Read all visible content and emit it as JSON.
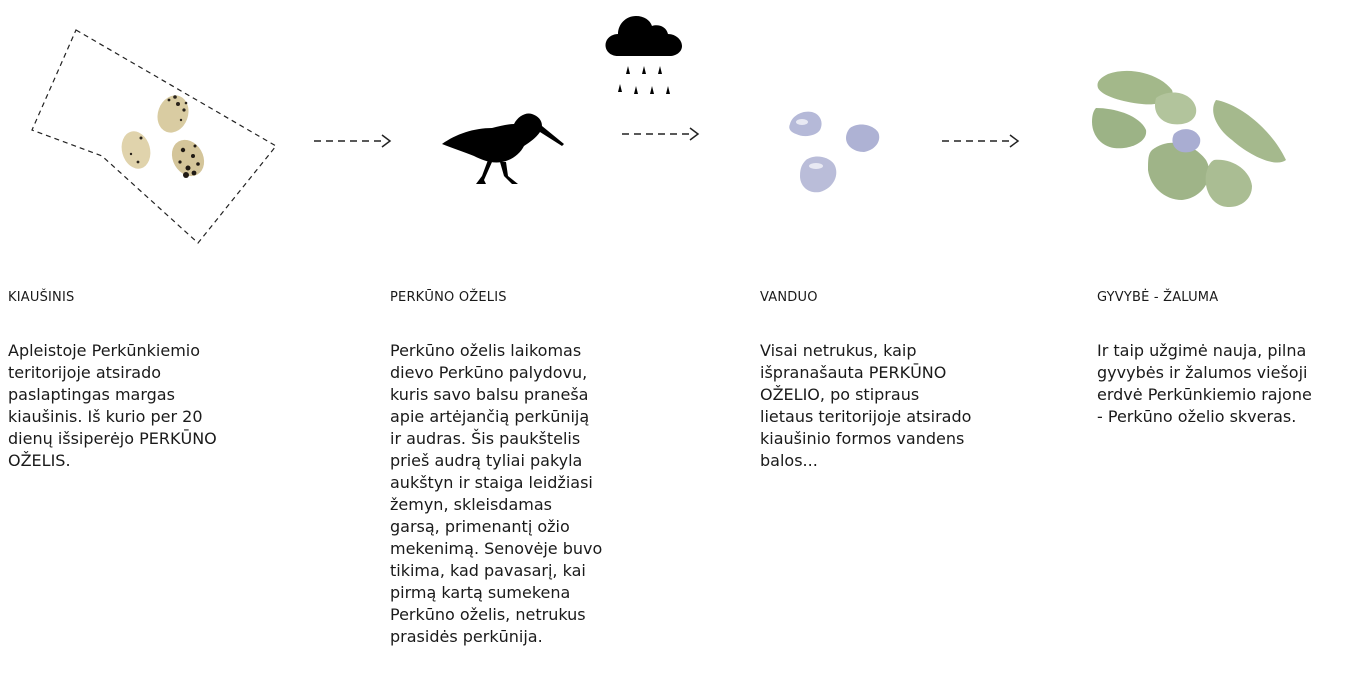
{
  "steps": [
    {
      "title": "KIAUŠINIS",
      "text": "Apleistoje Perkūnkiemio\nteritorijoje atsirado\npaslaptingas margas\nkiaušinis. Iš kurio per 20\ndienų išsiperėjo PERKŪNO\nOŽELIS.",
      "icon": "eggs-icon"
    },
    {
      "title": "PERKŪNO OŽELIS",
      "text": "Perkūno oželis laikomas\ndievo Perkūno palydovu,\nkuris savo balsu praneša\napie artėjančią perkūniją\nir audras. Šis paukštelis\nprieš audrą tyliai pakyla\naukštyn ir staiga leidžiasi\nžemyn, skleisdamas\ngarsą, primenantį ožio\nmekenimą. Senovėje buvo\ntikima, kad pavasarį, kai\npirmą kartą sumekena\nPerkūno oželis, netrukus\nprasidės perkūnija.",
      "icon": "snipe-bird-icon"
    },
    {
      "title": "VANDUO",
      "text": "Visai netrukus, kaip\nišpranašauta PERKŪNO\nOŽELIO, po stipraus\nlietaus teritorijoje atsirado\nkiaušinio formos vandens\nbalos...",
      "icon": "water-puddles-icon"
    },
    {
      "title": "GYVYBĖ - ŽALUMA",
      "text": "Ir taip užgimė nauja, pilna\ngyvybės ir žalumos viešoji\nerdvė Perkūnkiemio rajone\n- Perkūno oželio skveras.",
      "icon": "green-patches-icon"
    }
  ],
  "colors": {
    "text": "#1a1a1a",
    "water": "#b4b8d8",
    "green": "#a3b88a",
    "egg": "#d8cba0"
  }
}
